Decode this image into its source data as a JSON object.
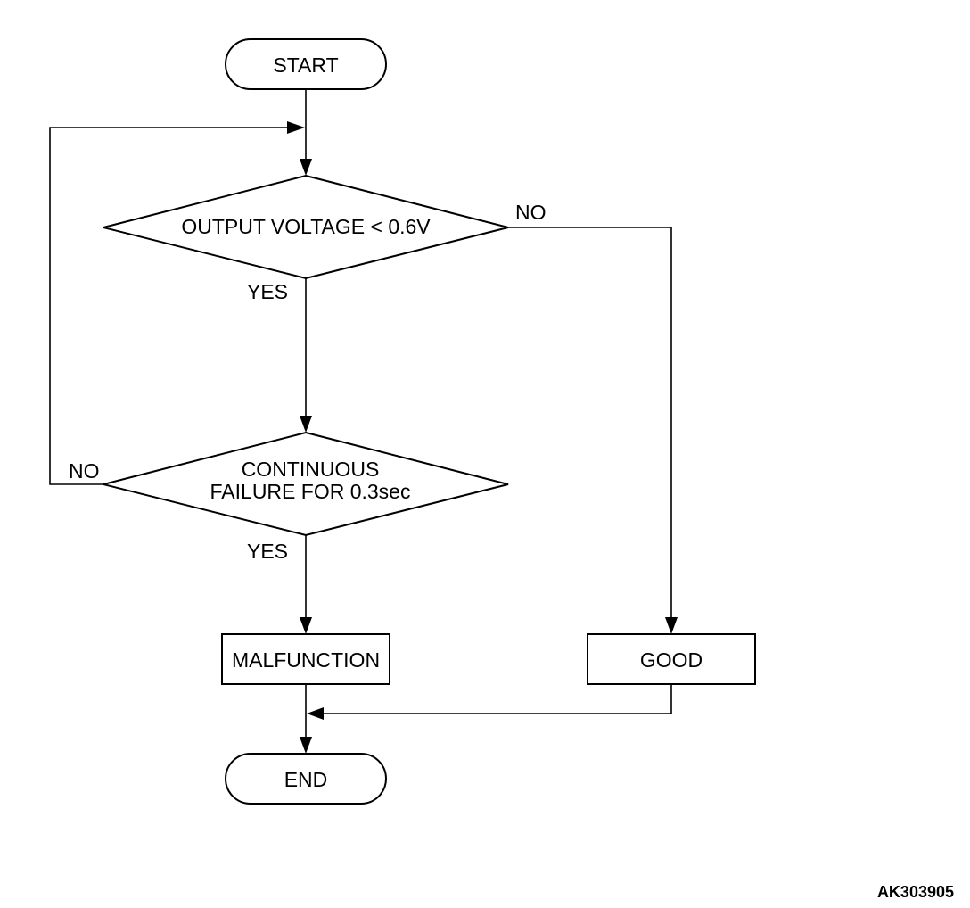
{
  "nodes": {
    "start": "START",
    "decision1": "OUTPUT VOLTAGE < 0.6V",
    "decision2_line1": "CONTINUOUS",
    "decision2_line2": "FAILURE FOR 0.3sec",
    "malfunction": "MALFUNCTION",
    "good": "GOOD",
    "end": "END"
  },
  "edges": {
    "d1_no": "NO",
    "d1_yes": "YES",
    "d2_no": "NO",
    "d2_yes": "YES"
  },
  "figure_code": "AK303905"
}
